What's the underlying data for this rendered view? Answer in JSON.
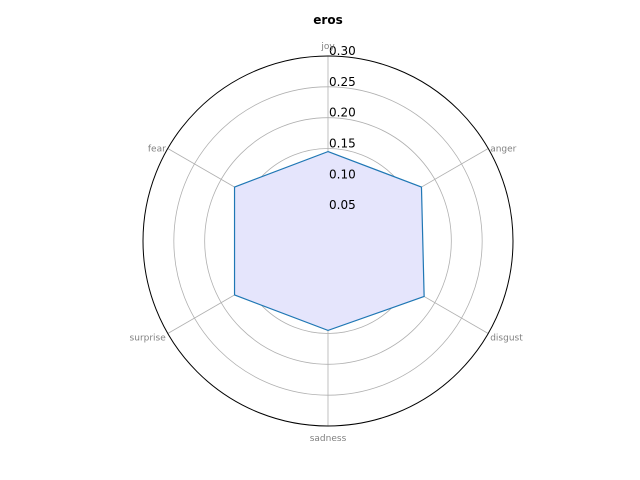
{
  "chart_data": {
    "type": "radar",
    "title": "eros",
    "categories": [
      "joy",
      "anger",
      "disgust",
      "sadness",
      "surprise",
      "fear"
    ],
    "series": [
      {
        "values": [
          0.145,
          0.175,
          0.18,
          0.145,
          0.175,
          0.175
        ]
      }
    ],
    "rlim": [
      0,
      0.3
    ],
    "rticks": [
      0.05,
      0.1,
      0.15,
      0.2,
      0.25,
      0.3
    ],
    "rtick_labels": [
      "0.05",
      "0.10",
      "0.15",
      "0.20",
      "0.25",
      "0.30"
    ],
    "grid": true,
    "colors": {
      "line": "#1f77b4",
      "fill": "#e5e5fc",
      "grid": "#b0b0b0",
      "outer": "#000000",
      "category_text": "#808080"
    }
  }
}
